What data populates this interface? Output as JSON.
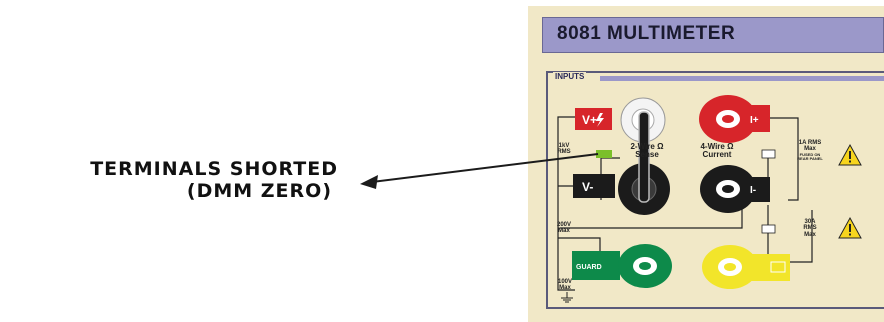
{
  "callout": {
    "line1": "TERMINALS SHORTED",
    "line2": "(DMM ZERO)"
  },
  "panel": {
    "title": "8081 MULTIMETER",
    "inputs_label": "INPUTS"
  },
  "terminals": {
    "v_plus": "V+",
    "v_minus": "V-",
    "i_plus": "I+",
    "i_minus": "I-",
    "guard": "GUARD"
  },
  "labels": {
    "v_rms": "1kV\nRMS",
    "two_wire": "2-Wire Ω\nSense",
    "four_wire": "4-Wire Ω\nCurrent",
    "one_amp": "1A RMS\nMax",
    "one_amp_sub": "FUSED ON\nREAR PANEL",
    "two_hundred_v": "200V\nMax",
    "thirty_amp": "30A\nRMS\nMax",
    "hundred_v": "100V\nMax"
  },
  "colors": {
    "red": "#d7252a",
    "black": "#1b1b1b",
    "white": "#f4f4f4",
    "green": "#0d8a4a",
    "yellow": "#f2e52a",
    "warning": "#f7d51d",
    "shorting_link": "#7bbf2a"
  },
  "icons": {
    "warning_1": "warning-triangle-icon",
    "warning_2": "warning-triangle-icon",
    "lightning": "lightning-bolt-icon",
    "ground": "ground-icon"
  }
}
